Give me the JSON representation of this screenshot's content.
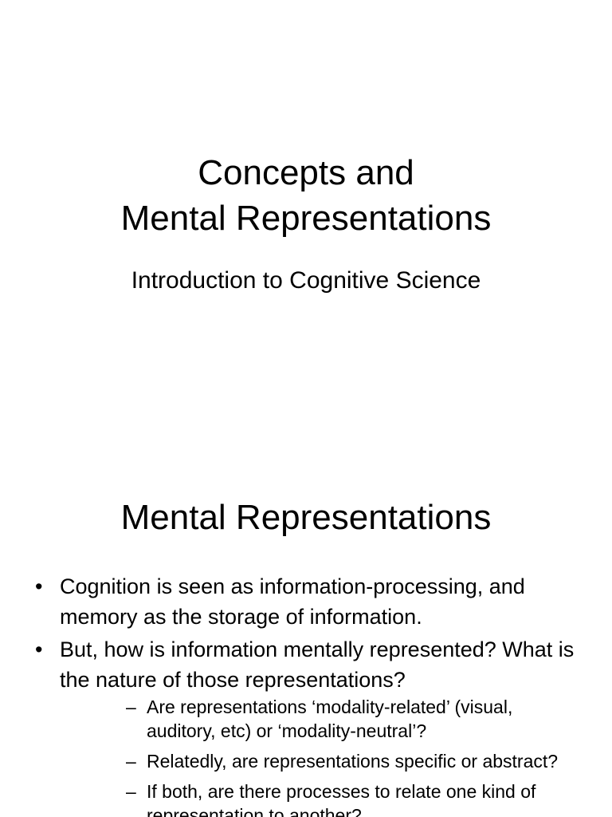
{
  "slide1": {
    "title_line1": "Concepts and",
    "title_line2": "Mental Representations",
    "subtitle": "Introduction to Cognitive Science"
  },
  "slide2": {
    "title": "Mental Representations",
    "bullet_mark": "•",
    "dash_mark": "–",
    "bullets": [
      "Cognition is seen as information-processing, and memory as the storage of information.",
      "But, how is information mentally represented? What is the nature of those representations?"
    ],
    "sub_bullets": [
      "Are representations ‘modality-related’ (visual, auditory, etc) or ‘modality-neutral’?",
      "Relatedly, are representations specific or abstract?",
      "If both, are there processes to relate one kind of representation to another?"
    ]
  }
}
